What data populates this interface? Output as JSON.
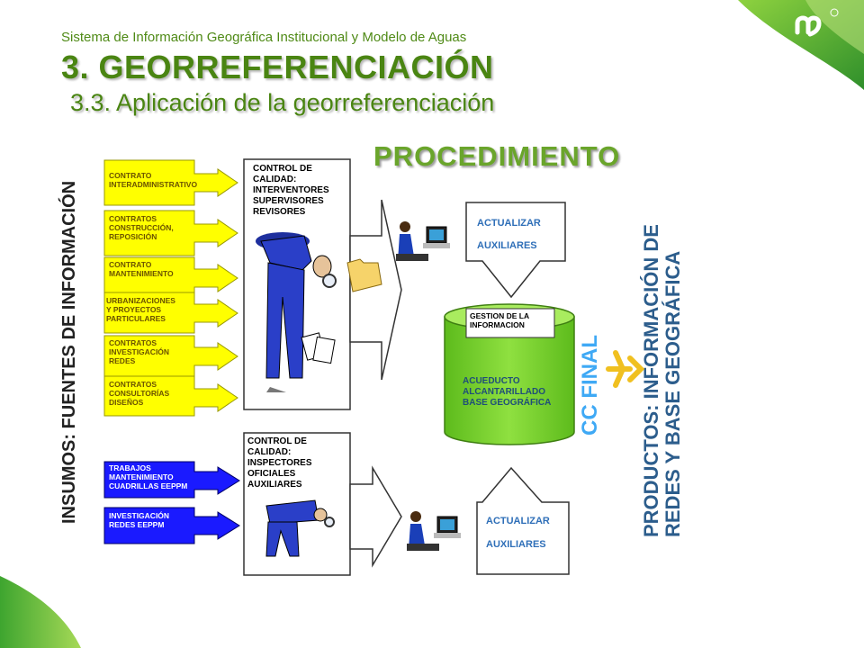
{
  "header": {
    "subtitle": "Sistema de Información Geográfica Institucional y Modelo de Aguas",
    "title": "3. GEORREFERENCIACIÓN",
    "section": "3.3. Aplicación de la georreferenciación"
  },
  "procedure_title": "PROCEDIMIENTO",
  "insumos_label": "INSUMOS: FUENTES DE INFORMACIÓN",
  "yellow_sources": [
    [
      "CONTRATO",
      "INTERADMINISTRATIVO"
    ],
    [
      "CONTRATOS",
      "CONSTRUCCIÓN,",
      "REPOSICIÓN"
    ],
    [
      "CONTRATO",
      "MANTENIMIENTO"
    ],
    [
      "URBANIZACIONES",
      "Y PROYECTOS",
      "PARTICULARES"
    ],
    [
      "CONTRATOS",
      "INVESTIGACIÓN",
      "REDES"
    ],
    [
      "CONTRATOS",
      "CONSULTORÍAS",
      "DISEÑOS"
    ]
  ],
  "blue_sources": [
    [
      "TRABAJOS",
      "MANTENIMIENTO",
      "CUADRILLAS EEPPM"
    ],
    [
      "INVESTIGACIÓN",
      "REDES EEPPM"
    ]
  ],
  "quality_top": [
    "CONTROL DE",
    "CALIDAD:",
    "INTERVENTORES",
    "SUPERVISORES",
    "REVISORES"
  ],
  "quality_bottom": [
    "CONTROL DE",
    "CALIDAD:",
    "INSPECTORES",
    "OFICIALES",
    "AUXILIARES"
  ],
  "update_top": [
    "ACTUALIZAR",
    "AUXILIARES"
  ],
  "update_bottom": [
    "ACTUALIZAR",
    "AUXILIARES"
  ],
  "database": {
    "tag": [
      "GESTION DE LA",
      "INFORMACION"
    ],
    "contents": [
      "ACUEDUCTO",
      "ALCANTARILLADO",
      "BASE GEOGRÁFICA"
    ]
  },
  "cc_final": "CC FINAL",
  "productos_label": [
    "PRODUCTOS: INFORMACIÓN DE",
    "REDES Y BASE GEOGRÁFICA"
  ],
  "colors": {
    "brand_green": "#4a8512",
    "yellow_box": "#ffff00",
    "blue_box": "#1a1aff",
    "database_green": "#7ccf2c",
    "cc_final": "#3fa9f5",
    "productos": "#2c5d8c"
  },
  "icons": [
    "inspector-figure-icon",
    "computer-worker-icon",
    "folder-icon",
    "documents-icon",
    "brand-logo-icon"
  ]
}
